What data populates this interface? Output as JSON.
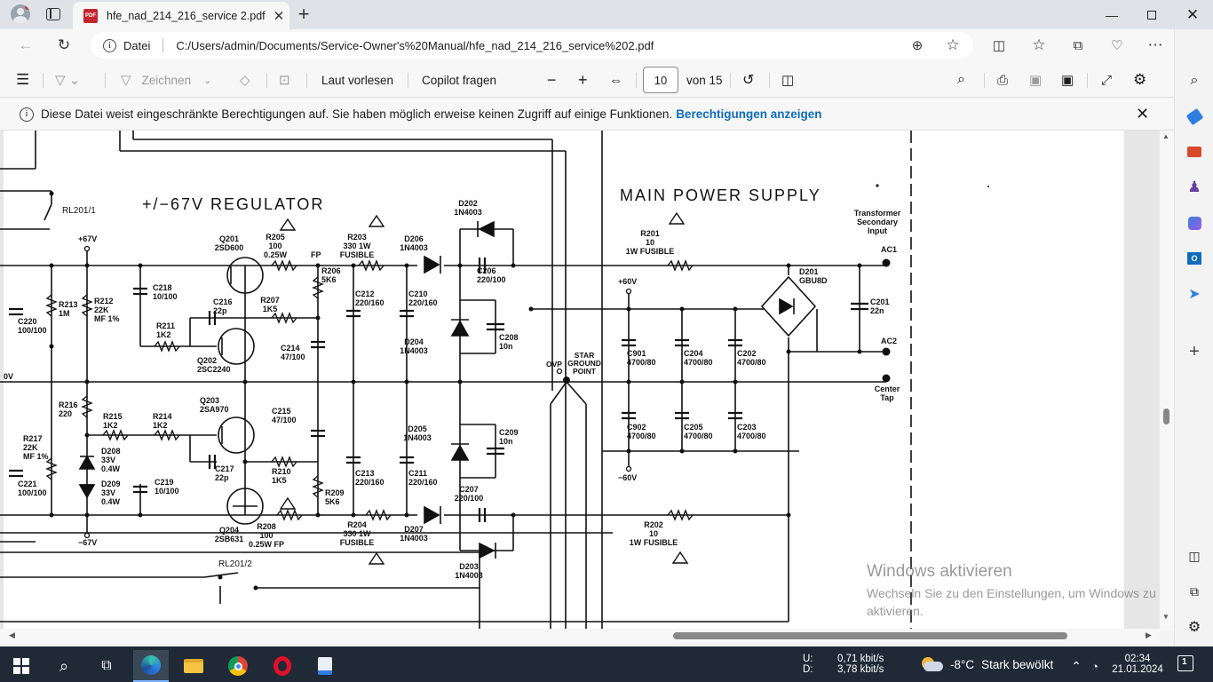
{
  "browser": {
    "tab_title": "hfe_nad_214_216_service 2.pdf",
    "address_prefix": "Datei",
    "address_url": "C:/Users/admin/Documents/Service-Owner's%20Manual/hfe_nad_214_216_service%202.pdf"
  },
  "pdf_toolbar": {
    "draw_label": "Zeichnen",
    "read_aloud_label": "Laut vorlesen",
    "copilot_label": "Copilot fragen",
    "page_number": "10",
    "page_total": "von 15"
  },
  "infobar": {
    "message": "Diese Datei weist eingeschränkte Berechtigungen auf. Sie haben möglich erweise keinen Zugriff auf einige Funktionen.",
    "link_label": "Berechtigungen anzeigen"
  },
  "schematic": {
    "title_regulator": "+/−67V REGULATOR",
    "title_supply": "MAIN POWER SUPPLY",
    "transformer_label": [
      "Transformer",
      "Secondary",
      "Input"
    ],
    "ac1": "AC1",
    "ac2": "AC2",
    "center_tap": [
      "Center",
      "Tap"
    ],
    "star_ground": [
      "STAR",
      "GROUND",
      "POINT"
    ],
    "ovp": "OVP",
    "rl201_1": "RL201/1",
    "rl201_2": "RL201/2",
    "plus67": "+67V",
    "minus67": "−67V",
    "plus60": "+60V",
    "minus60": "−60V",
    "zero_v": "0V",
    "components": {
      "q201": [
        "Q201",
        "2SD600"
      ],
      "q202": [
        "Q202",
        "2SC2240"
      ],
      "q203": [
        "Q203",
        "2SA970"
      ],
      "q204": [
        "Q204",
        "2SB631"
      ],
      "r205": [
        "R205",
        "100",
        "0.25W"
      ],
      "fp_top": "FP",
      "r206": [
        "R206",
        "5K6"
      ],
      "r207": [
        "R207",
        "1K5"
      ],
      "r203": [
        "R203",
        "330 1W",
        "FUSIBLE"
      ],
      "d206": [
        "D206",
        "1N4003"
      ],
      "d202": [
        "D202",
        "1N4003"
      ],
      "c206": [
        "C206",
        "220/100"
      ],
      "r201": [
        "R201",
        "10",
        "1W FUSIBLE"
      ],
      "d201": [
        "D201",
        "GBU8D"
      ],
      "c201": [
        "C201",
        "22n"
      ],
      "c218": [
        "C218",
        "10/100"
      ],
      "c216": [
        "C216",
        "22p"
      ],
      "c220": [
        "C220",
        "100/100"
      ],
      "r213": [
        "R213",
        "1M"
      ],
      "r212": [
        "R212",
        "22K",
        "MF 1%"
      ],
      "r211": [
        "R211",
        "1K2"
      ],
      "c214": [
        "C214",
        "47/100"
      ],
      "c212": [
        "C212",
        "220/160"
      ],
      "c210": [
        "C210",
        "220/160"
      ],
      "d204": [
        "D204",
        "1N4003"
      ],
      "c208": [
        "C208",
        "10n"
      ],
      "c901": [
        "C901",
        "4700/80"
      ],
      "c204": [
        "C204",
        "4700/80"
      ],
      "c202": [
        "C202",
        "4700/80"
      ],
      "r216": [
        "R216",
        "220"
      ],
      "r215": [
        "R215",
        "1K2"
      ],
      "r214": [
        "R214",
        "1K2"
      ],
      "c215": [
        "C215",
        "47/100"
      ],
      "d205": [
        "D205",
        "1N4003"
      ],
      "c209": [
        "C209",
        "10n"
      ],
      "c902": [
        "C902",
        "4700/80"
      ],
      "c205": [
        "C205",
        "4700/80"
      ],
      "c203": [
        "C203",
        "4700/80"
      ],
      "r217": [
        "R217",
        "22K",
        "MF 1%"
      ],
      "d208": [
        "D208",
        "33V",
        "0.4W"
      ],
      "d209": [
        "D209",
        "33V",
        "0.4W"
      ],
      "c221": [
        "C221",
        "100/100"
      ],
      "c219": [
        "C219",
        "10/100"
      ],
      "c217": [
        "C217",
        "22p"
      ],
      "r210": [
        "R210",
        "1K5"
      ],
      "c213": [
        "C213",
        "220/160"
      ],
      "c211": [
        "C211",
        "220/160"
      ],
      "c207": [
        "C207",
        "220/100"
      ],
      "r209": [
        "R209",
        "5K6"
      ],
      "r208": [
        "R208",
        "100",
        "0.25W FP"
      ],
      "r204": [
        "R204",
        "330 1W",
        "FUSIBLE"
      ],
      "d207": [
        "D207",
        "1N4003"
      ],
      "d203": [
        "D203",
        "1N4003"
      ],
      "r202": [
        "R202",
        "10",
        "1W FUSIBLE"
      ]
    }
  },
  "watermark": {
    "title": "Windows aktivieren",
    "subtitle": "Wechseln Sie zu den Einstellungen, um Windows zu aktivieren."
  },
  "taskbar": {
    "upload_label": "U:",
    "download_label": "D:",
    "upload_rate": "0,71 kbit/s",
    "download_rate": "3,78 kbit/s",
    "temperature": "-8°C",
    "weather": "Stark bewölkt",
    "time": "02:34",
    "date": "21.01.2024",
    "notification_count": "1"
  }
}
